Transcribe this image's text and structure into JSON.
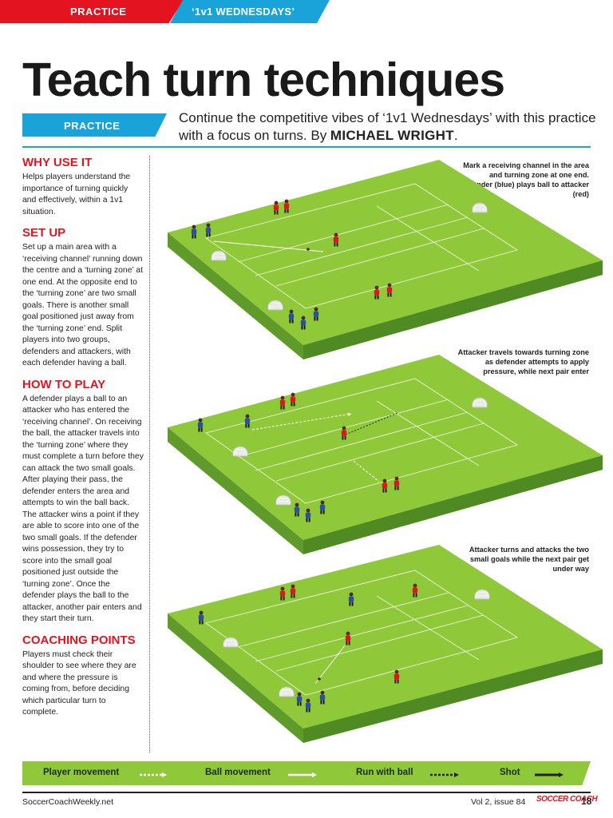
{
  "header": {
    "tab_section": "PRACTICE",
    "tab_series": "‘1v1 WEDNESDAYS’"
  },
  "title": "Teach turn techniques",
  "intro": {
    "badge": "PRACTICE",
    "text": "Continue the competitive vibes of ‘1v1 Wednesdays’ with this practice with a focus on turns. By ",
    "author": "MICHAEL WRIGHT",
    "end": "."
  },
  "sections": [
    {
      "heading": "WHY USE IT",
      "body": "Helps players understand the importance of turning quickly and effectively, within a 1v1 situation."
    },
    {
      "heading": "SET UP",
      "body": "Set up a main area with a ‘receiving channel’ running down the centre and a ‘turning zone’ at one end. At the opposite end to the ‘turning zone’ are two small goals. There is another small goal positioned just away from the ‘turning zone’ end. Split players into two groups, defenders and attackers, with each defender having a ball."
    },
    {
      "heading": "HOW TO PLAY",
      "body": "A defender plays a ball to an attacker who has entered the ‘receiving channel’. On receiving the ball, the attacker travels into the ‘turning zone’ where they must complete a turn before they can attack the two small goals. After playing their pass, the defender enters the area and attempts to win the ball back. The attacker wins a point if they are able to score into one of the two small goals. If the defender wins possession, they try to score into the small goal positioned just outside the ‘turning zone’. Once the defender plays the ball to the attacker, another pair enters and they start their turn."
    },
    {
      "heading": "COACHING POINTS",
      "body": "Players must check their shoulder to see where they are and where the pressure is coming from, before deciding which particular turn to complete."
    }
  ],
  "diagram_captions": [
    "Mark a receiving channel in the area and turning zone at one end. Defender (blue) plays ball to attacker (red)",
    "Attacker travels towards turning zone as defender attempts to apply pressure, while next pair enter",
    "Attacker turns and attacks the two small goals while the next pair get under way"
  ],
  "key": {
    "player_movement": "Player movement",
    "ball_movement": "Ball movement",
    "run_with_ball": "Run with ball",
    "shot": "Shot"
  },
  "colors": {
    "red_accent": "#e3141f",
    "blue_accent": "#1aa3d9",
    "pitch_top": "#8fc93a",
    "pitch_side": "#4f8a22",
    "attacker": "#e3141f",
    "defender": "#2a4fa8"
  },
  "footer": {
    "site": "SoccerCoachWeekly.net",
    "issue": "Vol 2, issue 84",
    "brand": "SOCCER COACH",
    "page": "18"
  }
}
